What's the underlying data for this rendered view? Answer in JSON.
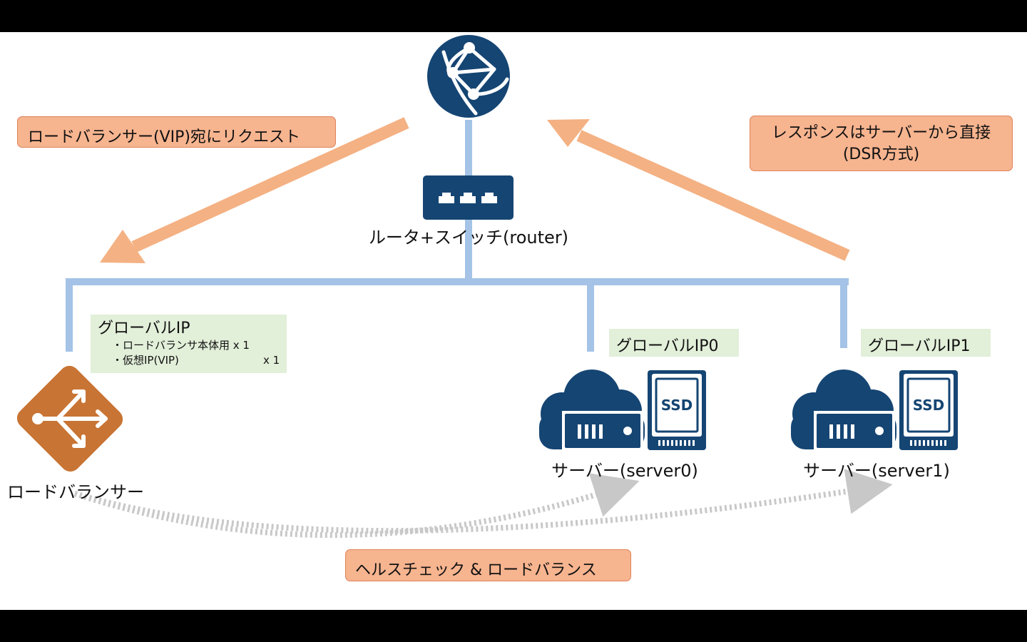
{
  "callouts": {
    "request": "ロードバランサー(VIP)宛にリクエスト",
    "response_line1": "レスポンスはサーバーから直接",
    "response_line2": "(DSR方式)",
    "healthcheck": "ヘルスチェック & ロードバランス"
  },
  "nodes": {
    "router_label": "ルータ+スイッチ(router)",
    "lb_label": "ロードバランサー",
    "server0_label": "サーバー(server0)",
    "server1_label": "サーバー(server1)",
    "ssd_text": "SSD"
  },
  "ip_notes": {
    "lb_title": "グローバルIP",
    "lb_line1": "・ロードバランサ本体用 x 1",
    "lb_line2_left": "・仮想IP(VIP)",
    "lb_line2_right": "x 1",
    "server0": "グローバルIP0",
    "server1": "グローバルIP1"
  },
  "colors": {
    "icon_navy": "#154573",
    "lb_orange": "#c87434",
    "arrow_orange": "#f4b183",
    "network_blue": "#a4c3e6",
    "dotted_gray": "#c8c8c8"
  }
}
